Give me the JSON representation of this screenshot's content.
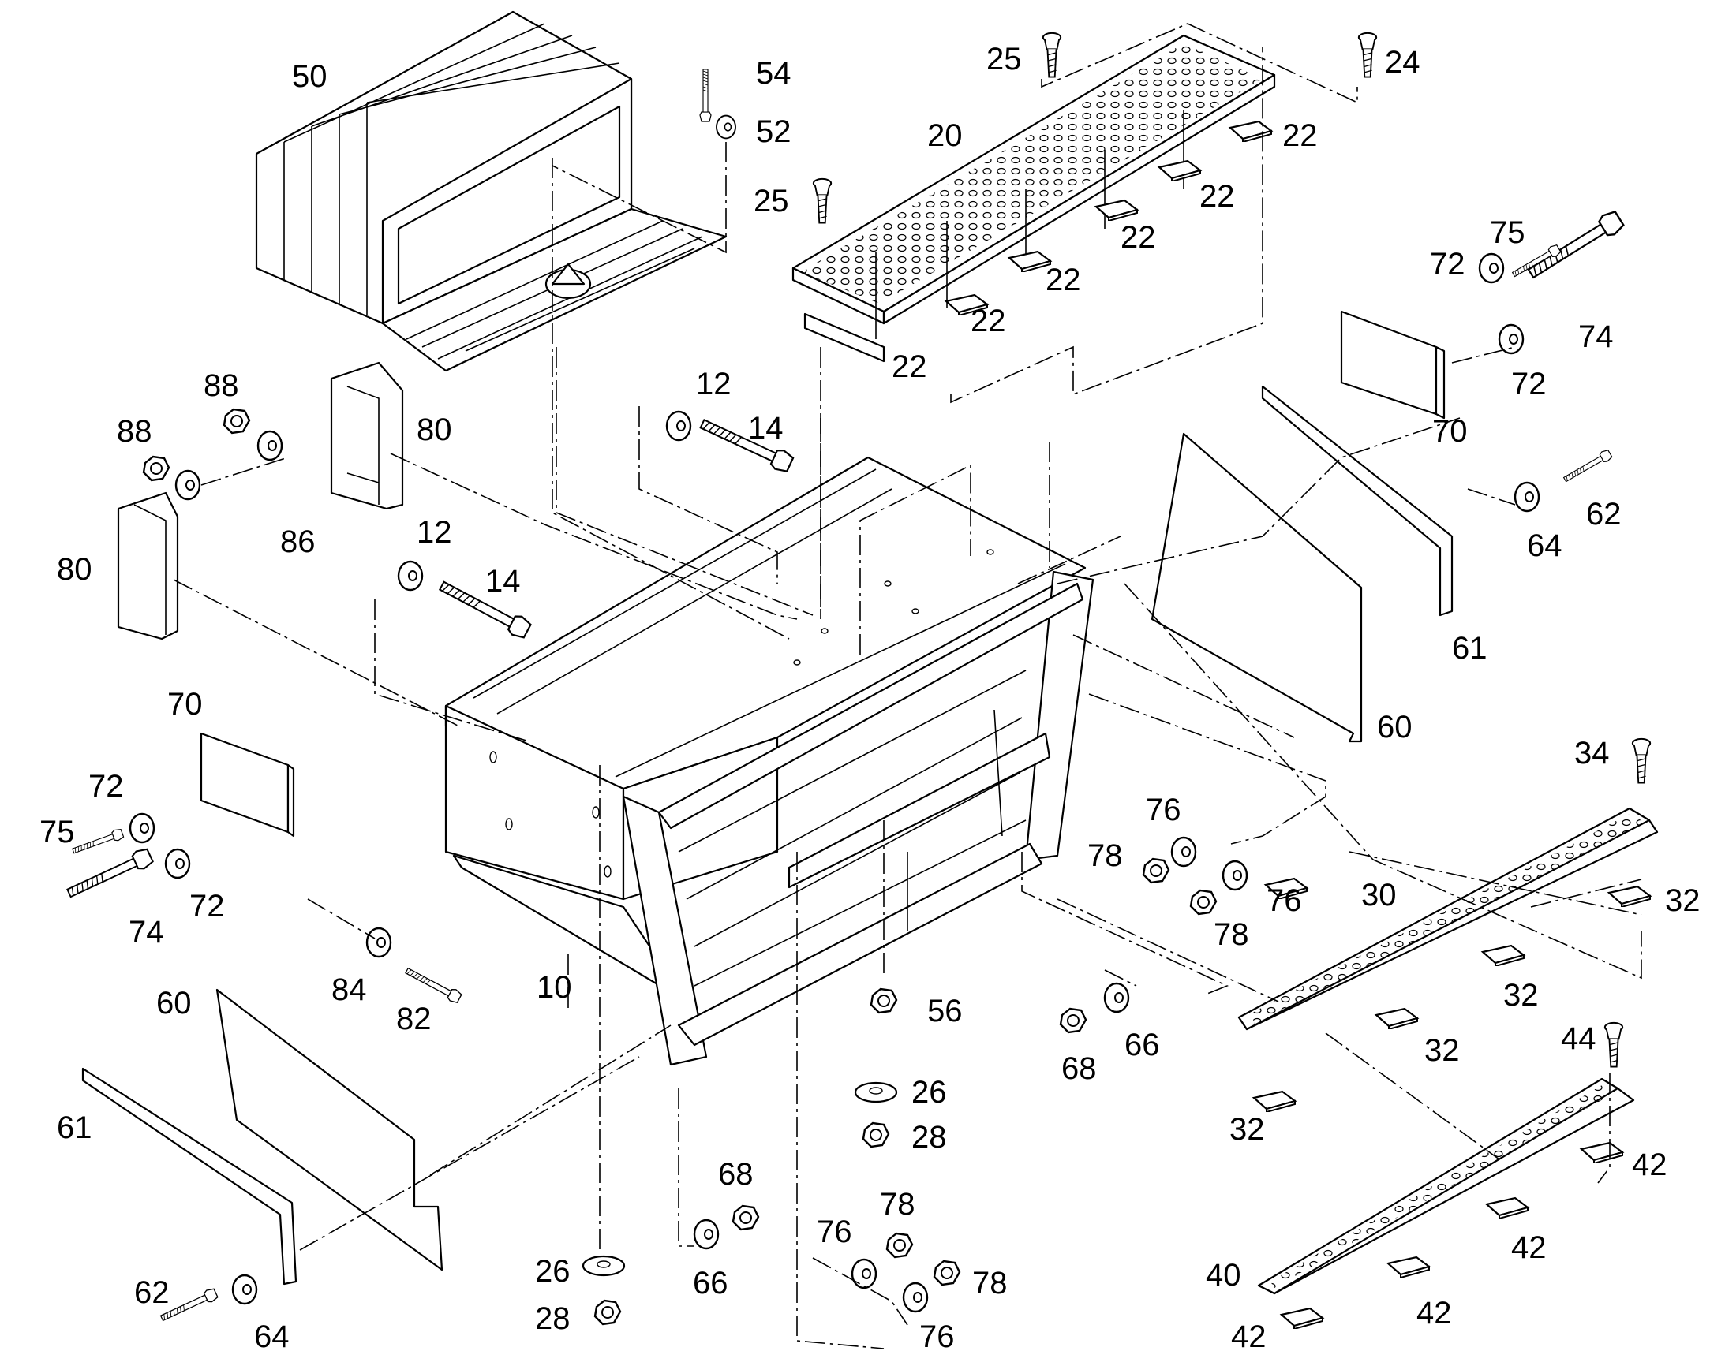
{
  "diagram": {
    "colors": {
      "line": "#000000",
      "background": "#ffffff"
    },
    "callouts": [
      {
        "id": "c50",
        "text": "50"
      },
      {
        "id": "c54",
        "text": "54"
      },
      {
        "id": "c52",
        "text": "52"
      },
      {
        "id": "c25a",
        "text": "25"
      },
      {
        "id": "c24",
        "text": "24"
      },
      {
        "id": "c20",
        "text": "20"
      },
      {
        "id": "c22a",
        "text": "22"
      },
      {
        "id": "c25b",
        "text": "25"
      },
      {
        "id": "c22b",
        "text": "22"
      },
      {
        "id": "c22c",
        "text": "22"
      },
      {
        "id": "c22d",
        "text": "22"
      },
      {
        "id": "c22e",
        "text": "22"
      },
      {
        "id": "c22f",
        "text": "22"
      },
      {
        "id": "c75a",
        "text": "75"
      },
      {
        "id": "c72a",
        "text": "72"
      },
      {
        "id": "c74a",
        "text": "74"
      },
      {
        "id": "c72b",
        "text": "72"
      },
      {
        "id": "c70a",
        "text": "70"
      },
      {
        "id": "c88a",
        "text": "88"
      },
      {
        "id": "c88b",
        "text": "88"
      },
      {
        "id": "c80a",
        "text": "80"
      },
      {
        "id": "c86",
        "text": "86"
      },
      {
        "id": "c80b",
        "text": "80"
      },
      {
        "id": "c12a",
        "text": "12"
      },
      {
        "id": "c14a",
        "text": "14"
      },
      {
        "id": "c12b",
        "text": "12"
      },
      {
        "id": "c14b",
        "text": "14"
      },
      {
        "id": "c62a",
        "text": "62"
      },
      {
        "id": "c64a",
        "text": "64"
      },
      {
        "id": "c61a",
        "text": "61"
      },
      {
        "id": "c60a",
        "text": "60"
      },
      {
        "id": "c70b",
        "text": "70"
      },
      {
        "id": "c72c",
        "text": "72"
      },
      {
        "id": "c75b",
        "text": "75"
      },
      {
        "id": "c72d",
        "text": "72"
      },
      {
        "id": "c74b",
        "text": "74"
      },
      {
        "id": "c34",
        "text": "34"
      },
      {
        "id": "c76a",
        "text": "76"
      },
      {
        "id": "c78a",
        "text": "78"
      },
      {
        "id": "c76b",
        "text": "76"
      },
      {
        "id": "c78b",
        "text": "78"
      },
      {
        "id": "c30",
        "text": "30"
      },
      {
        "id": "c32a",
        "text": "32"
      },
      {
        "id": "c32b",
        "text": "32"
      },
      {
        "id": "c32c",
        "text": "32"
      },
      {
        "id": "c32d",
        "text": "32"
      },
      {
        "id": "c84",
        "text": "84"
      },
      {
        "id": "c82",
        "text": "82"
      },
      {
        "id": "c10",
        "text": "10"
      },
      {
        "id": "c56",
        "text": "56"
      },
      {
        "id": "c66a",
        "text": "66"
      },
      {
        "id": "c68a",
        "text": "68"
      },
      {
        "id": "c44",
        "text": "44"
      },
      {
        "id": "c60b",
        "text": "60"
      },
      {
        "id": "c26a",
        "text": "26"
      },
      {
        "id": "c28a",
        "text": "28"
      },
      {
        "id": "c61b",
        "text": "61"
      },
      {
        "id": "c68b",
        "text": "68"
      },
      {
        "id": "c66b",
        "text": "66"
      },
      {
        "id": "c78c",
        "text": "78"
      },
      {
        "id": "c76c",
        "text": "76"
      },
      {
        "id": "c78d",
        "text": "78"
      },
      {
        "id": "c42a",
        "text": "42"
      },
      {
        "id": "c42b",
        "text": "42"
      },
      {
        "id": "c40",
        "text": "40"
      },
      {
        "id": "c26b",
        "text": "26"
      },
      {
        "id": "c28b",
        "text": "28"
      },
      {
        "id": "c62b",
        "text": "62"
      },
      {
        "id": "c64b",
        "text": "64"
      },
      {
        "id": "c76d",
        "text": "76"
      },
      {
        "id": "c42c",
        "text": "42"
      },
      {
        "id": "c42d",
        "text": "42"
      }
    ]
  }
}
